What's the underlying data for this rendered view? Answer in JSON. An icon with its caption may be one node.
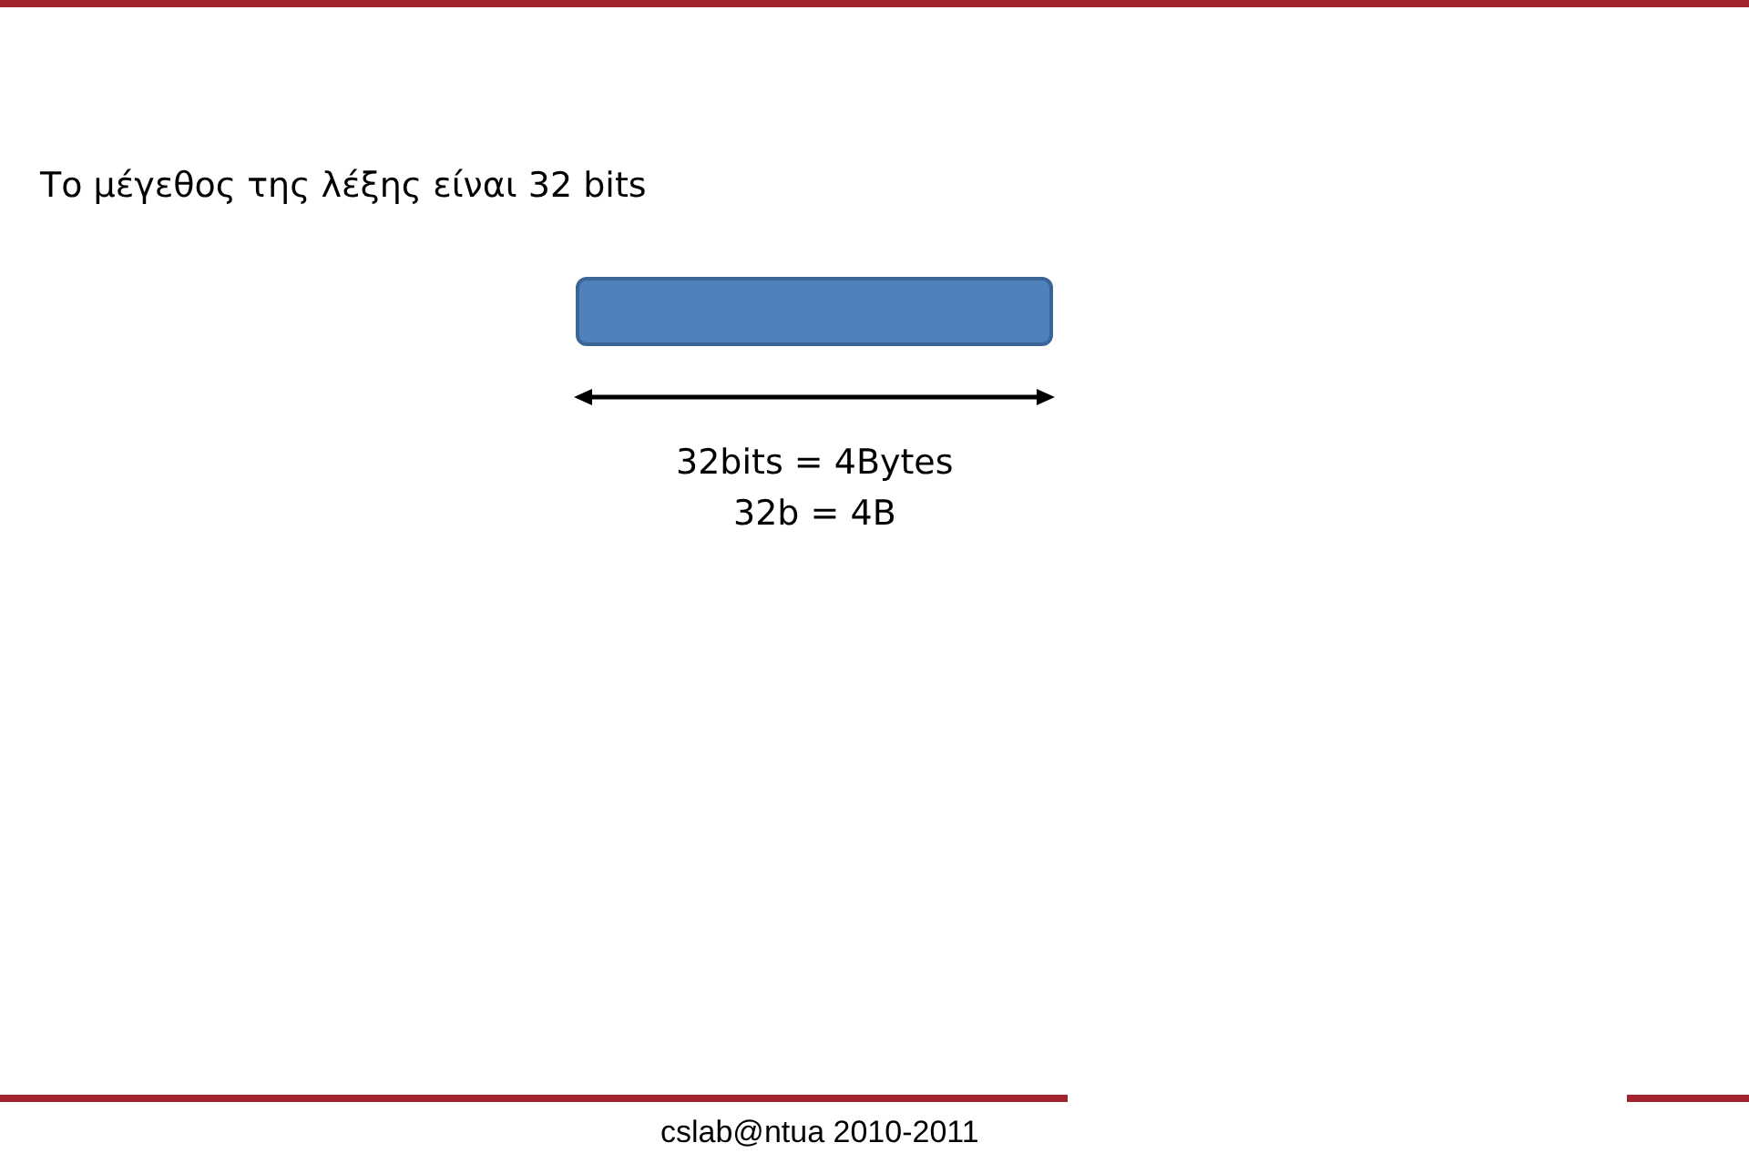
{
  "diagram": {
    "title": "Το μέγεθος της λέξης είναι 32 bits",
    "nodes": [
      {
        "text": [],
        "shape": "bar"
      }
    ],
    "edges": [],
    "labels": [
      "32bits = 4Bytes",
      "32b = 4B",
      "cslab@ntua 2010-2011"
    ]
  }
}
